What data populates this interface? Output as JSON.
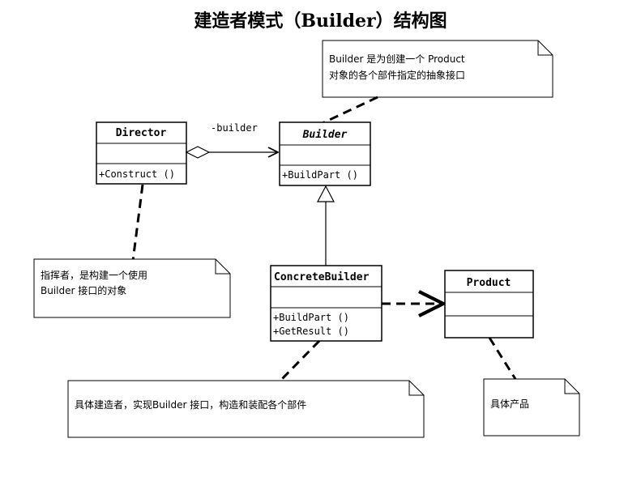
{
  "title": "建造者模式（Builder）结构图",
  "classes": {
    "director": {
      "name": "Director",
      "operations": [
        "+Construct ()"
      ]
    },
    "builder": {
      "name": "Builder",
      "operations": [
        "+BuildPart ()"
      ]
    },
    "concrete_builder": {
      "name": "ConcreteBuilder",
      "operations": [
        "+BuildPart ()",
        "+GetResult ()"
      ]
    },
    "product": {
      "name": "Product",
      "operations": []
    }
  },
  "association": {
    "label": "-builder"
  },
  "notes": {
    "builder_note": {
      "lines": [
        "Builder 是为创建一个 Product",
        "对象的各个部件指定的抽象接口"
      ]
    },
    "director_note": {
      "lines": [
        "指挥者，是构建一个使用",
        "Builder 接口的对象"
      ]
    },
    "concrete_note": {
      "lines": [
        "具体建造者，实现Builder 接口，构造和装配各个部件"
      ]
    },
    "product_note": {
      "lines": [
        "具体产品"
      ]
    }
  }
}
